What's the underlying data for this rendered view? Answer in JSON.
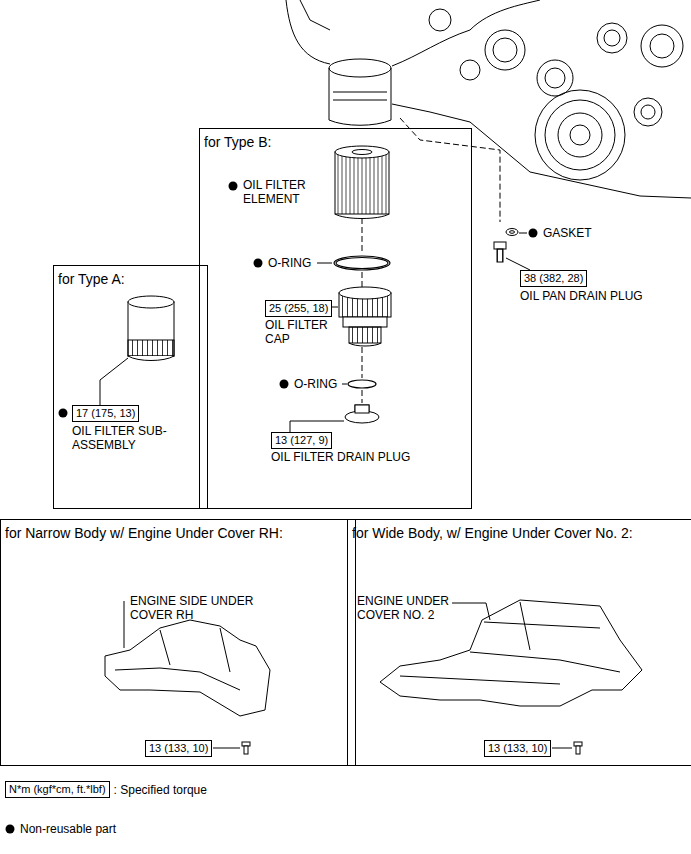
{
  "diagram": {
    "nodes": [
      {
        "text": [
          "for Type B:"
        ]
      },
      {
        "text": [
          "25 (255, 18)"
        ],
        "in": 0
      },
      {
        "text": [
          "13 (127, 9)"
        ],
        "in": 0
      },
      {
        "text": [
          "for Type A:"
        ]
      },
      {
        "text": [
          "17 (175, 13)"
        ],
        "in": 3
      },
      {
        "text": [
          "38 (382, 28)"
        ]
      },
      {
        "text": [
          "for Narrow Body w/ Engine Under Cover RH:"
        ]
      },
      {
        "text": [
          "13 (133, 10)"
        ],
        "in": 6
      },
      {
        "text": [
          "for Wide Body, w/ Engine Under Cover No. 2:"
        ]
      },
      {
        "text": [
          "13 (133, 10)"
        ],
        "in": 8
      },
      {
        "text": [
          "N*m (kgf*cm, ft.*lbf)"
        ]
      }
    ],
    "labels": [
      "OIL FILTER ELEMENT",
      "O-RING",
      "OIL FILTER CAP",
      "O-RING",
      "OIL FILTER DRAIN PLUG",
      "OIL FILTER SUB-ASSEMBLY",
      "GASKET",
      "OIL PAN DRAIN PLUG",
      "ENGINE SIDE UNDER COVER RH",
      "ENGINE UNDER COVER NO. 2"
    ],
    "legend": [
      {
        "text": ": Specified torque"
      },
      {
        "text": "Non-reusable part"
      }
    ]
  }
}
